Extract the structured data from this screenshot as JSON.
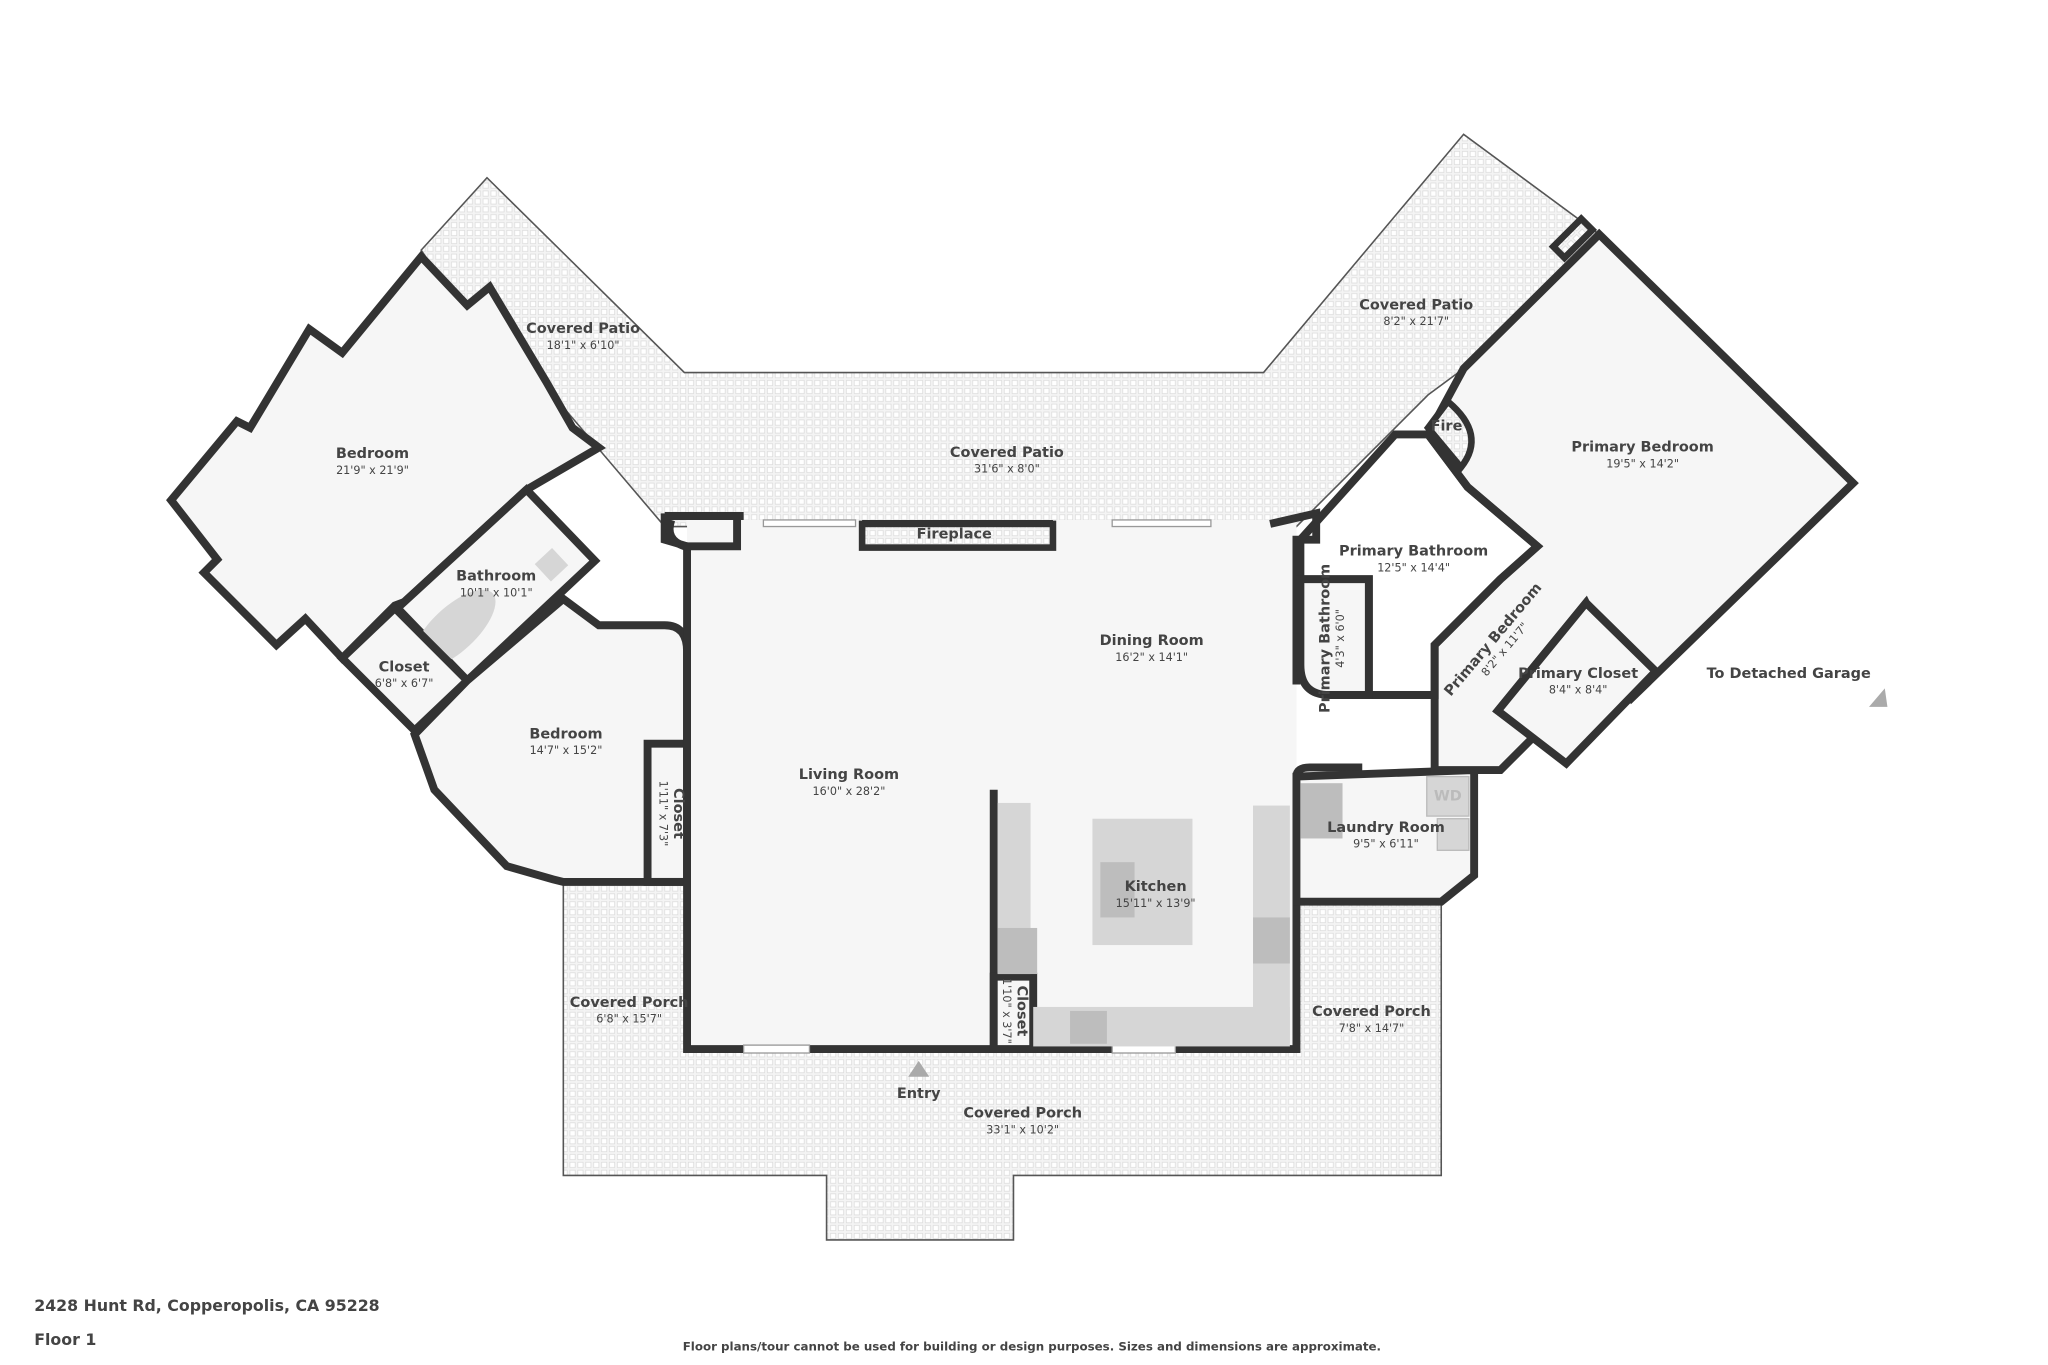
{
  "address": "2428 Hunt Rd, Copperopolis, CA 95228",
  "floor": "Floor 1",
  "disclaimer": "Floor plans/tour cannot be used for building or design purposes. Sizes and dimensions are approximate.",
  "garage_label": "To Detached Garage",
  "entry_label": "Entry",
  "colors": {
    "wall": "#333333",
    "room": "#f6f6f6",
    "fixture": "#d6d6d6",
    "text": "#444444"
  },
  "rooms": [
    {
      "name": "Covered Patio",
      "dims": "18'1\" x 6'10\""
    },
    {
      "name": "Bedroom",
      "dims": "21'9\" x 21'9\""
    },
    {
      "name": "Bathroom",
      "dims": "10'1\" x 10'1\""
    },
    {
      "name": "Closet",
      "dims": "6'8\" x 6'7\""
    },
    {
      "name": "Bedroom",
      "dims": "14'7\" x 15'2\""
    },
    {
      "name": "Closet",
      "dims": "1'11\" x 7'3\""
    },
    {
      "name": "Covered Patio",
      "dims": "31'6\" x 8'0\""
    },
    {
      "name": "Fireplace",
      "dims": ""
    },
    {
      "name": "Dining Room",
      "dims": "16'2\" x 14'1\""
    },
    {
      "name": "Living Room",
      "dims": "16'0\" x 28'2\""
    },
    {
      "name": "Kitchen",
      "dims": "15'11\" x 13'9\""
    },
    {
      "name": "Closet",
      "dims": "1'10\" x 3'7\""
    },
    {
      "name": "Covered Porch",
      "dims": "6'8\" x 15'7\""
    },
    {
      "name": "Covered Porch",
      "dims": "33'1\" x 10'2\""
    },
    {
      "name": "Covered Porch",
      "dims": "7'8\" x 14'7\""
    },
    {
      "name": "Laundry Room",
      "dims": "9'5\" x 6'11\""
    },
    {
      "name": "Covered Patio",
      "dims": "8'2\" x 21'7\""
    },
    {
      "name": "Fire",
      "dims": ""
    },
    {
      "name": "Primary Bedroom",
      "dims": "19'5\" x 14'2\""
    },
    {
      "name": "Primary Bathroom",
      "dims": "12'5\" x 14'4\""
    },
    {
      "name": "Primary Bathroom",
      "dims": "4'3\" x 6'0\""
    },
    {
      "name": "Primary Bedroom",
      "dims": "8'2\" x 11'7\""
    },
    {
      "name": "Primary Closet",
      "dims": "8'4\" x 8'4\""
    }
  ],
  "appliance_label": "WD"
}
